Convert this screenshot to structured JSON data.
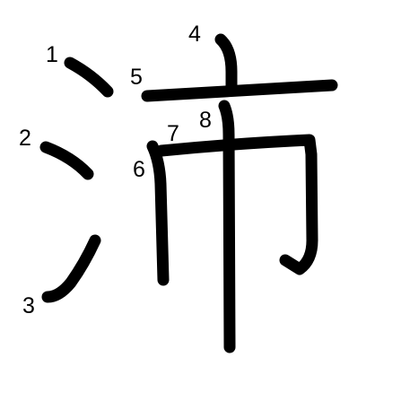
{
  "character": "沛",
  "colors": {
    "ink": "#000000",
    "background": "#ffffff"
  },
  "strokes": [
    {
      "order": 1,
      "label": "1"
    },
    {
      "order": 2,
      "label": "2"
    },
    {
      "order": 3,
      "label": "3"
    },
    {
      "order": 4,
      "label": "4"
    },
    {
      "order": 5,
      "label": "5"
    },
    {
      "order": 6,
      "label": "6"
    },
    {
      "order": 7,
      "label": "7"
    },
    {
      "order": 8,
      "label": "8"
    }
  ]
}
